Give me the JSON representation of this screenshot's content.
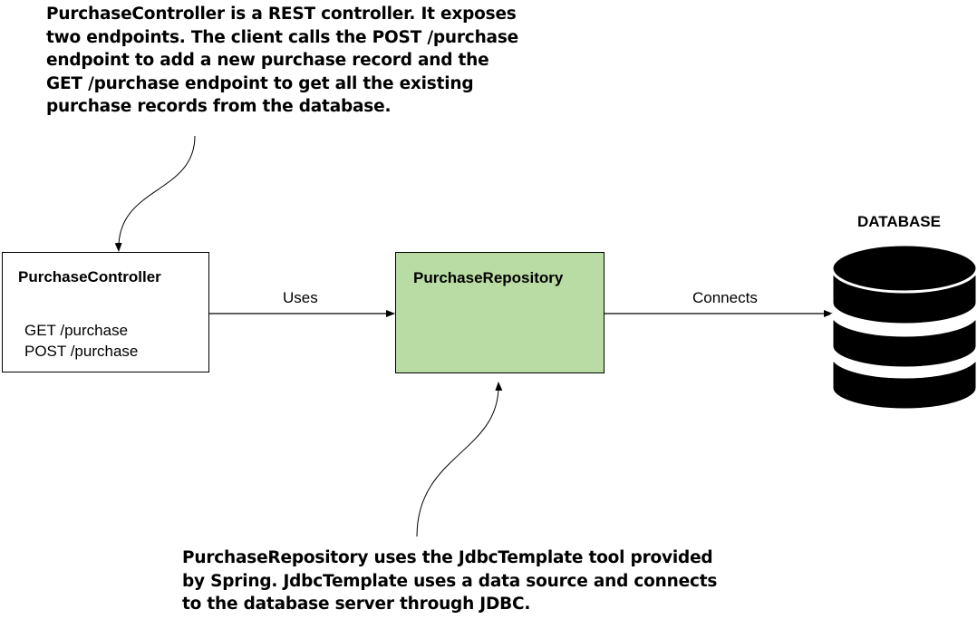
{
  "top_note": {
    "lines": [
      "PurchaseController is a REST controller. It exposes",
      "two endpoints. The client calls the POST /purchase",
      "endpoint to add a new purchase record and the",
      "GET /purchase endpoint to get all the existing",
      "purchase records from the database."
    ]
  },
  "bottom_note": {
    "lines": [
      "PurchaseRepository uses the JdbcTemplate tool provided",
      "by Spring. JdbcTemplate uses a data source and connects",
      "to the database server through JDBC."
    ]
  },
  "controller": {
    "title": "PurchaseController",
    "endpoints": [
      "GET /purchase",
      "POST /purchase"
    ]
  },
  "repository": {
    "title": "PurchaseRepository",
    "fill_color": "#b9dca4"
  },
  "database": {
    "label": "DATABASE",
    "icon": "database-icon"
  },
  "edges": {
    "uses": "Uses",
    "connects": "Connects"
  }
}
